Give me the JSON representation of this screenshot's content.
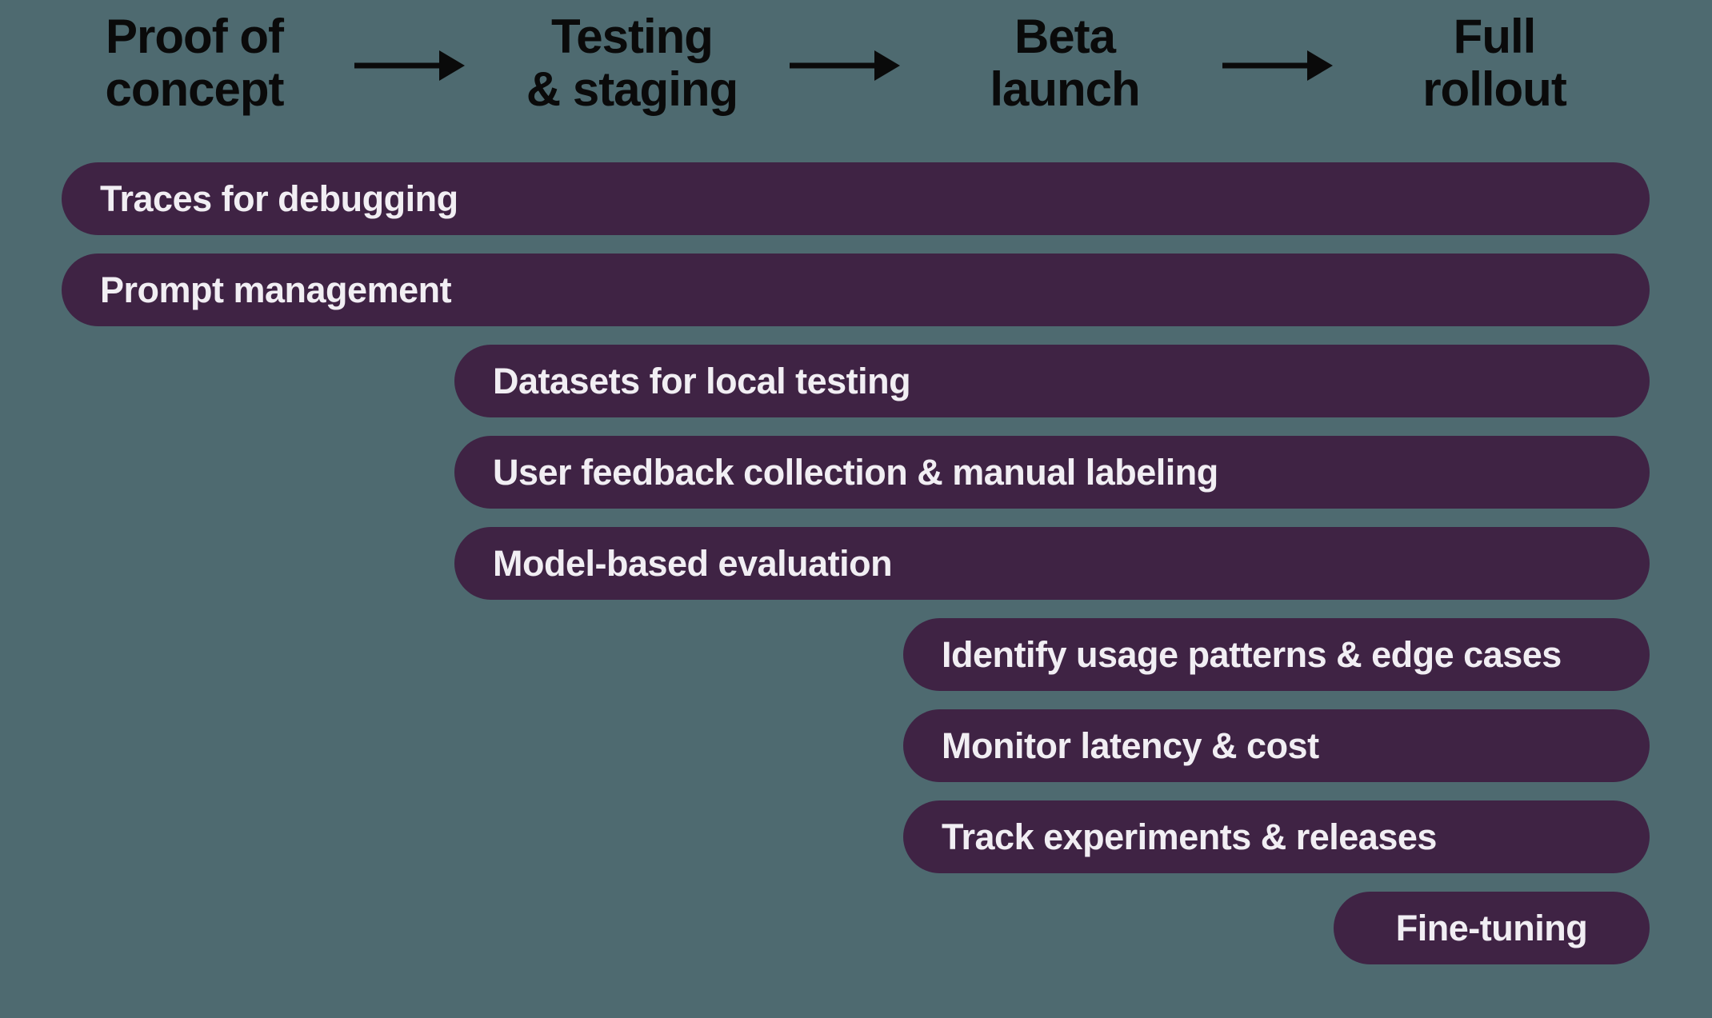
{
  "diagram": {
    "title_semantics": "LLM application rollout phases and tooling availability",
    "colors": {
      "background": "#4e6a70",
      "bar": "#3f2344",
      "bar_text": "#f1eef3",
      "phase_text": "#0a0a0a",
      "arrow": "#0a0a0a"
    },
    "phases": [
      {
        "line1": "Proof of",
        "line2": "concept"
      },
      {
        "line1": "Testing",
        "line2": "& staging"
      },
      {
        "line1": "Beta",
        "line2": "launch"
      },
      {
        "line1": "Full",
        "line2": "rollout"
      }
    ],
    "arrows": 3,
    "bars": [
      {
        "label": "Traces for debugging",
        "starts_at_phase": "Proof of concept"
      },
      {
        "label": "Prompt management",
        "starts_at_phase": "Proof of concept"
      },
      {
        "label": "Datasets for local testing",
        "starts_at_phase": "Testing & staging"
      },
      {
        "label": "User feedback collection & manual labeling",
        "starts_at_phase": "Testing & staging"
      },
      {
        "label": "Model-based evaluation",
        "starts_at_phase": "Testing & staging"
      },
      {
        "label": "Identify usage patterns & edge cases",
        "starts_at_phase": "Beta launch"
      },
      {
        "label": "Monitor latency & cost",
        "starts_at_phase": "Beta launch"
      },
      {
        "label": "Track experiments & releases",
        "starts_at_phase": "Beta launch"
      },
      {
        "label": "Fine-tuning",
        "starts_at_phase": "Full rollout"
      }
    ]
  }
}
